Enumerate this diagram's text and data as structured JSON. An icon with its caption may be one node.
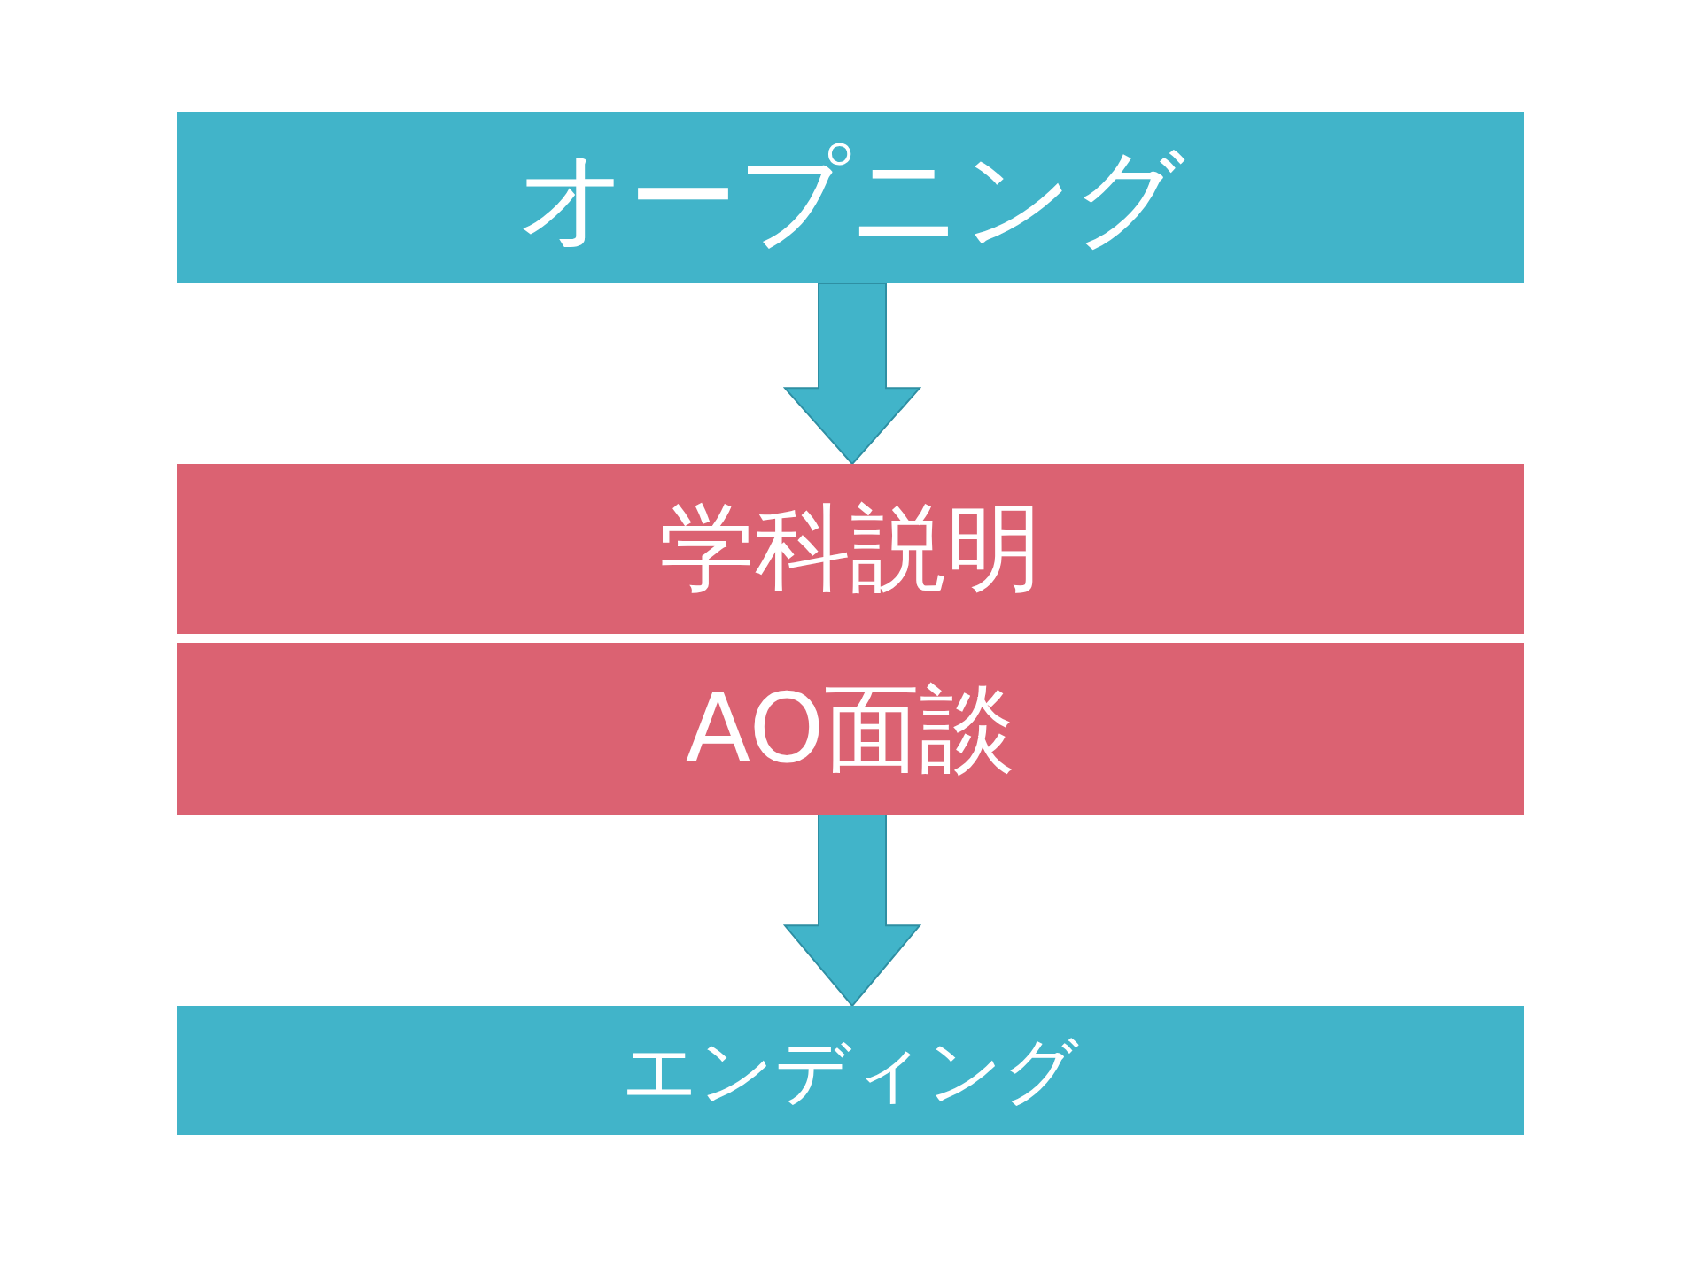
{
  "diagram": {
    "nodes": [
      {
        "text": [
          "オープニング"
        ]
      },
      {
        "text": [
          "学科説明"
        ]
      },
      {
        "text": [
          "AO面談"
        ]
      },
      {
        "text": [
          "エンディング"
        ]
      }
    ],
    "edges": [
      {
        "from": 0,
        "to": 1,
        "arrow": "to"
      },
      {
        "from": 2,
        "to": 3,
        "arrow": "to"
      }
    ]
  }
}
